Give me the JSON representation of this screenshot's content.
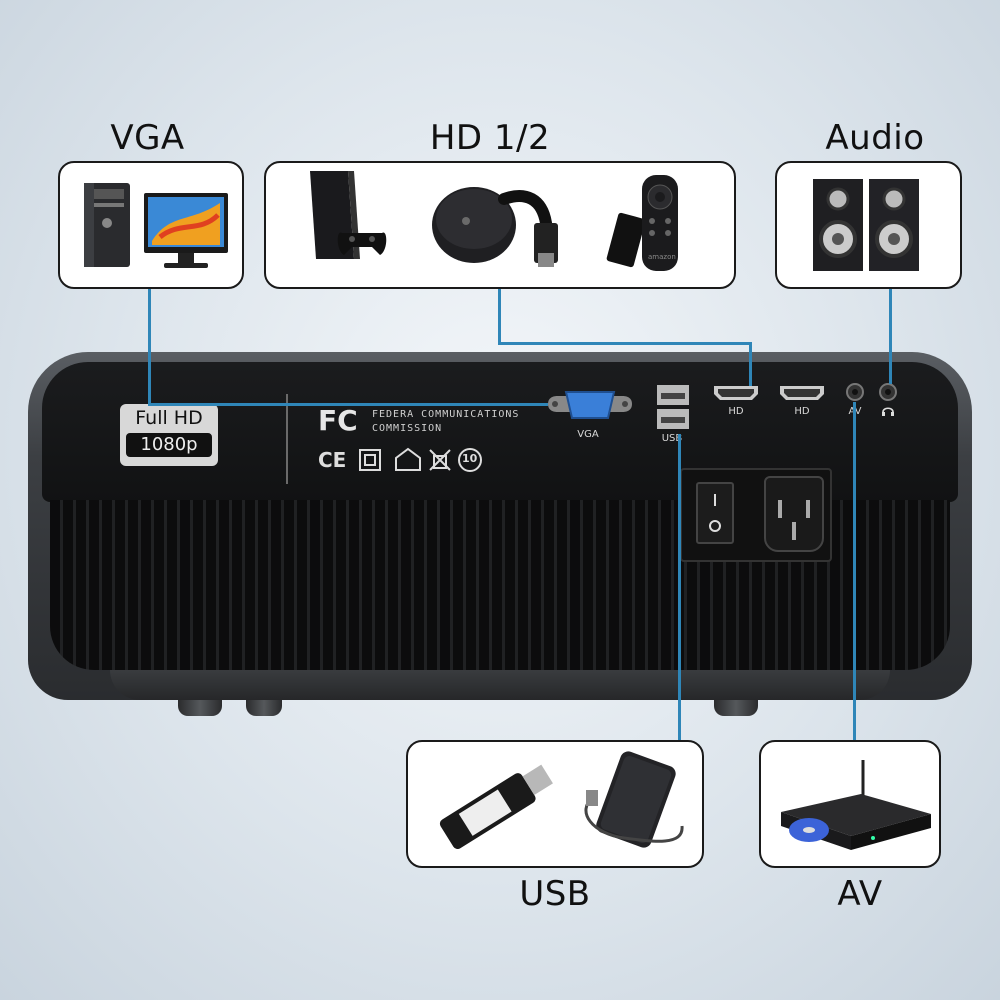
{
  "titles": {
    "vga": "VGA",
    "hd": "HD 1/2",
    "audio": "Audio",
    "usb": "USB",
    "av": "AV"
  },
  "projector": {
    "badge_line1": "Full HD",
    "badge_line2": "1080p",
    "fcc_logo": "FC",
    "fcc_line1": "FEDERA COMMUNICATIONS",
    "fcc_line2": "COMMISSION",
    "cert_marks": [
      "CE",
      "10"
    ],
    "ports": {
      "vga": "VGA",
      "usb": "USB",
      "hd1": "HD",
      "hd2": "HD",
      "av": "AV"
    }
  },
  "devices": {
    "amazon_label": "amazon"
  },
  "colors": {
    "wire": "#2f86b8",
    "panel_border": "#1a1a1a",
    "body": "#111213"
  }
}
